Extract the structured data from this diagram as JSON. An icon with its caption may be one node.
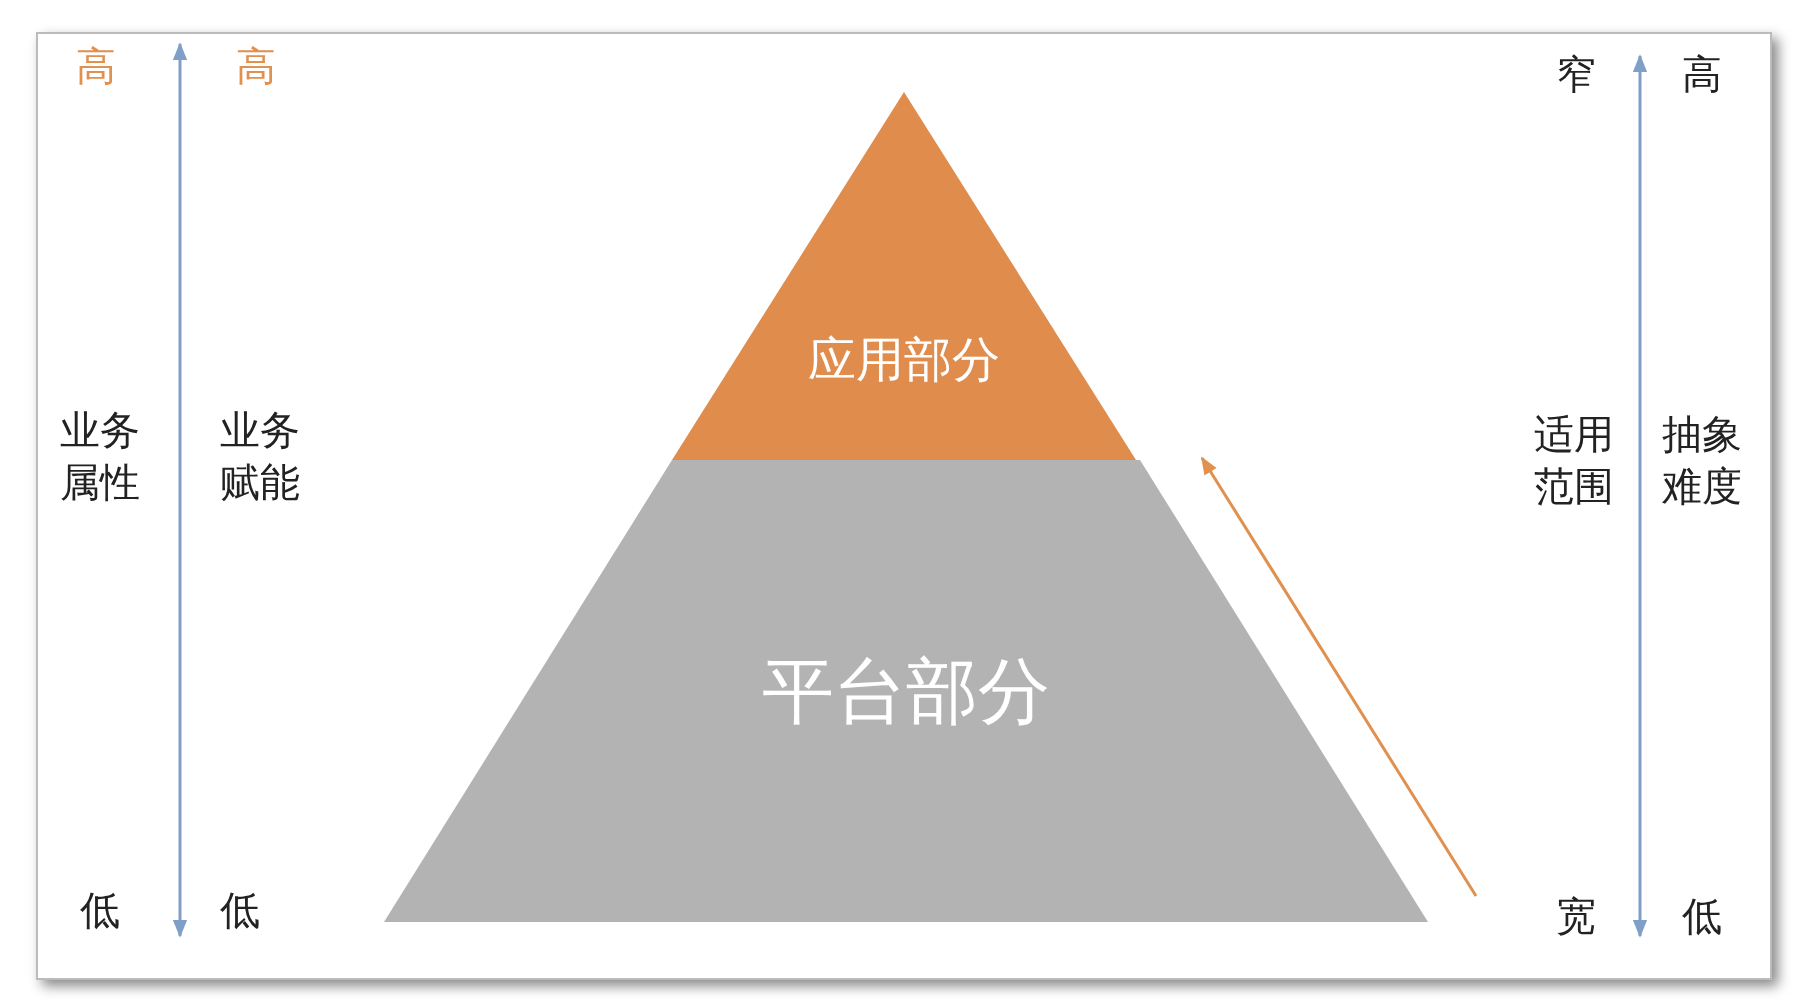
{
  "diagram": {
    "nodes": [
      {
        "text": [
          "应用部分"
        ]
      },
      {
        "text": [
          "平台部分"
        ]
      }
    ],
    "labels": [
      "高",
      "高",
      "窄",
      "高",
      "业务属性",
      "业务赋能",
      "适用范围",
      "抽象难度",
      "低",
      "低",
      "宽",
      "低"
    ]
  }
}
